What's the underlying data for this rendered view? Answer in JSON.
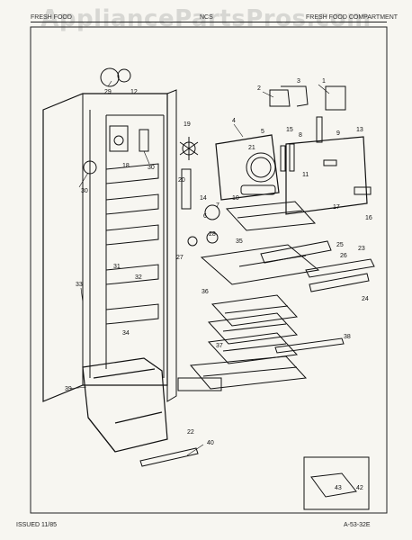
{
  "watermark": "AppliancePartsPros.com",
  "header": {
    "left_text": "FRESH FOOD",
    "mid_text": "NCS",
    "right_text": "FRESH FOOD COMPARTMENT"
  },
  "footer": {
    "issued": "ISSUED 11/85",
    "page_code": "A-53-32E"
  },
  "callouts": [
    "1",
    "2",
    "3",
    "4",
    "5",
    "6",
    "7",
    "8",
    "9",
    "10",
    "11",
    "12",
    "13",
    "14",
    "15",
    "16",
    "17",
    "18",
    "19",
    "20",
    "21",
    "22",
    "23",
    "24",
    "25",
    "26",
    "27",
    "28",
    "29",
    "30",
    "30",
    "31",
    "32",
    "33",
    "34",
    "35",
    "36",
    "37",
    "38",
    "39",
    "40",
    "42",
    "43"
  ],
  "colors": {
    "ink": "#111111",
    "paper": "#f7f6f1"
  }
}
